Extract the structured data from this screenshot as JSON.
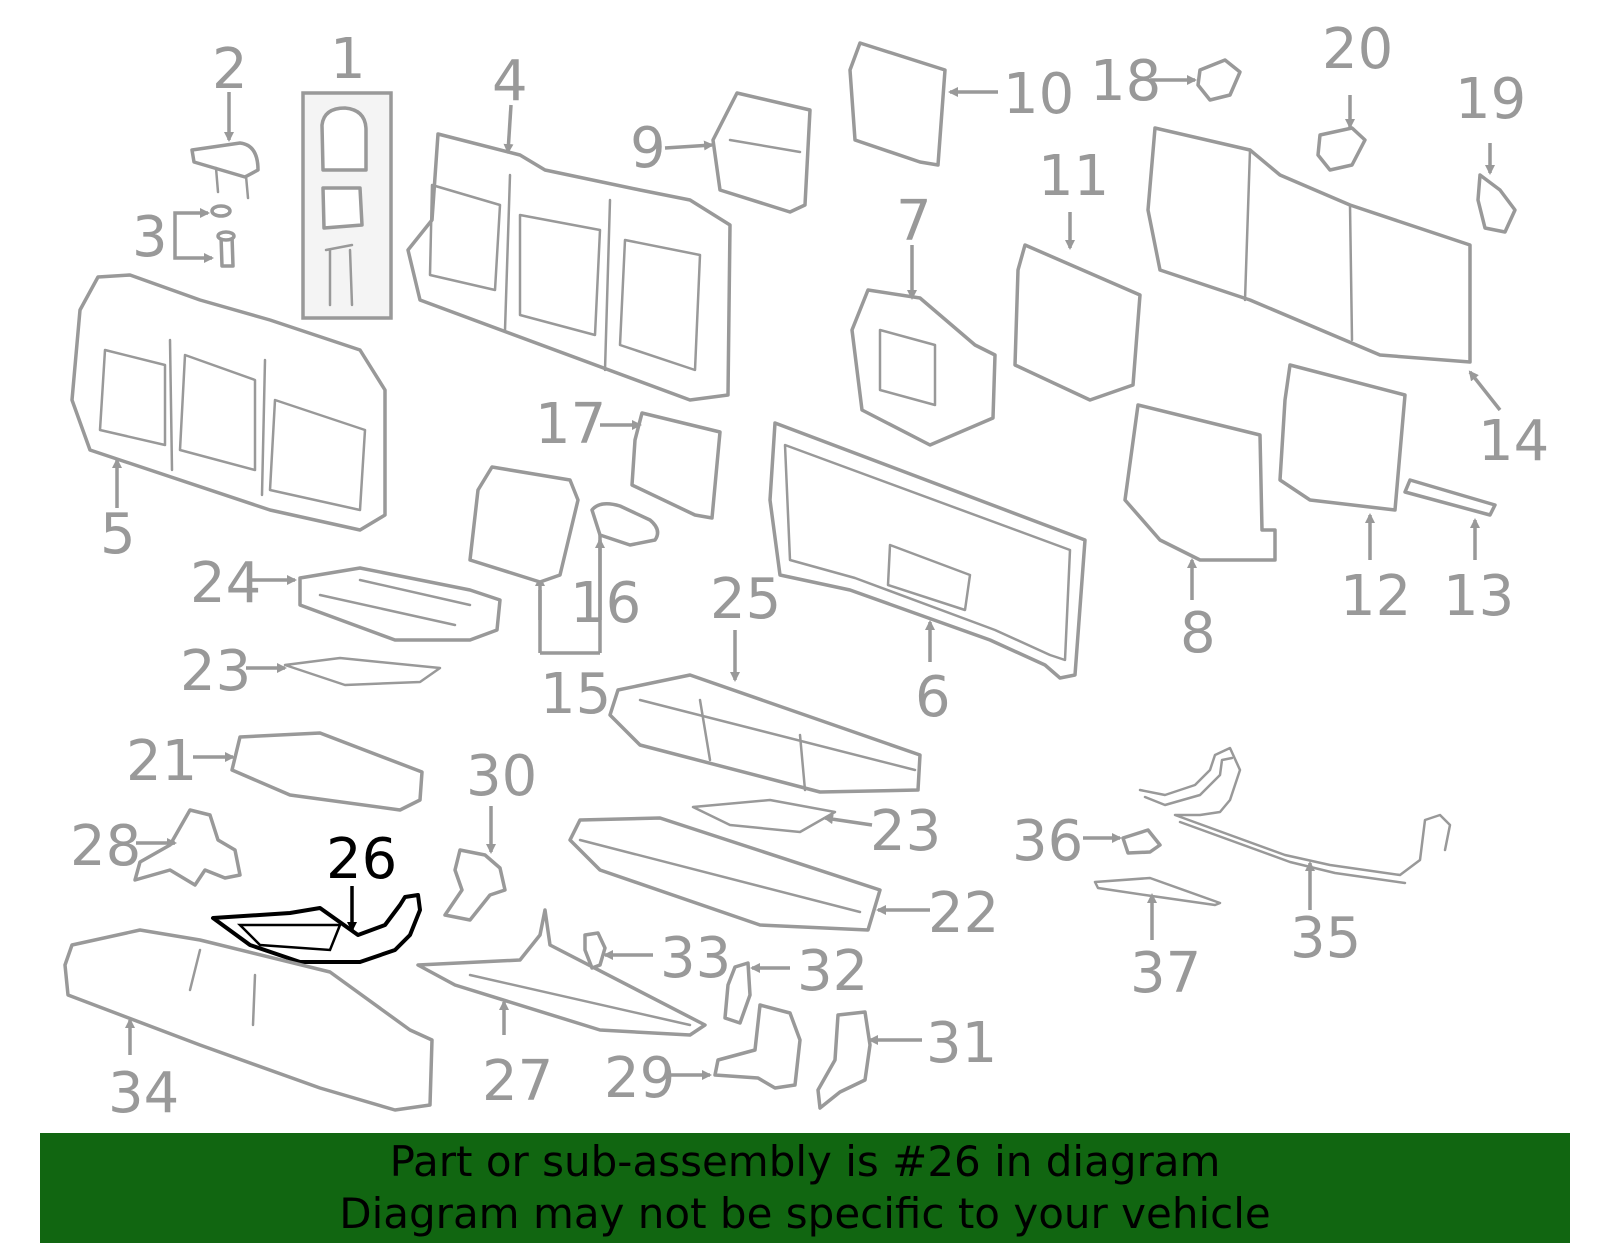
{
  "colors": {
    "part_stroke": "#999999",
    "highlight": "#000000",
    "banner_bg": "#116611",
    "banner_text": "#000000"
  },
  "diagram": {
    "highlighted_part": "26",
    "callouts": {
      "c1": "1",
      "c2": "2",
      "c3": "3",
      "c4": "4",
      "c5": "5",
      "c6": "6",
      "c7": "7",
      "c8": "8",
      "c9": "9",
      "c10": "10",
      "c11": "11",
      "c12": "12",
      "c13": "13",
      "c14": "14",
      "c15": "15",
      "c16": "16",
      "c17": "17",
      "c18": "18",
      "c19": "19",
      "c20": "20",
      "c21": "21",
      "c22": "22",
      "c23a": "23",
      "c23b": "23",
      "c24": "24",
      "c25": "25",
      "c26": "26",
      "c27": "27",
      "c28": "28",
      "c29": "29",
      "c30": "30",
      "c31": "31",
      "c32": "32",
      "c33": "33",
      "c34": "34",
      "c35": "35",
      "c36": "36",
      "c37": "37"
    }
  },
  "banner": {
    "line1": "Part or sub-assembly is #26 in diagram",
    "line2": "Diagram may not be specific to your vehicle"
  }
}
